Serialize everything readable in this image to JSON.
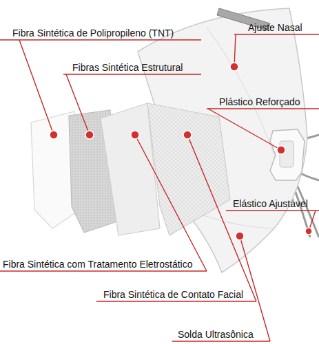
{
  "diagram": {
    "labels": [
      "Fibra Sintética de Polipropileno (TNT)",
      "Ajuste Nasal",
      "Fibras Sintética Estrutural",
      "Plástico Reforçado",
      "Elástico Ajustável",
      "Fibra Sintética com Tratamento Eletrostático",
      "Fibra Sintética de Contato Facial",
      "Solda Ultrasônica"
    ]
  }
}
